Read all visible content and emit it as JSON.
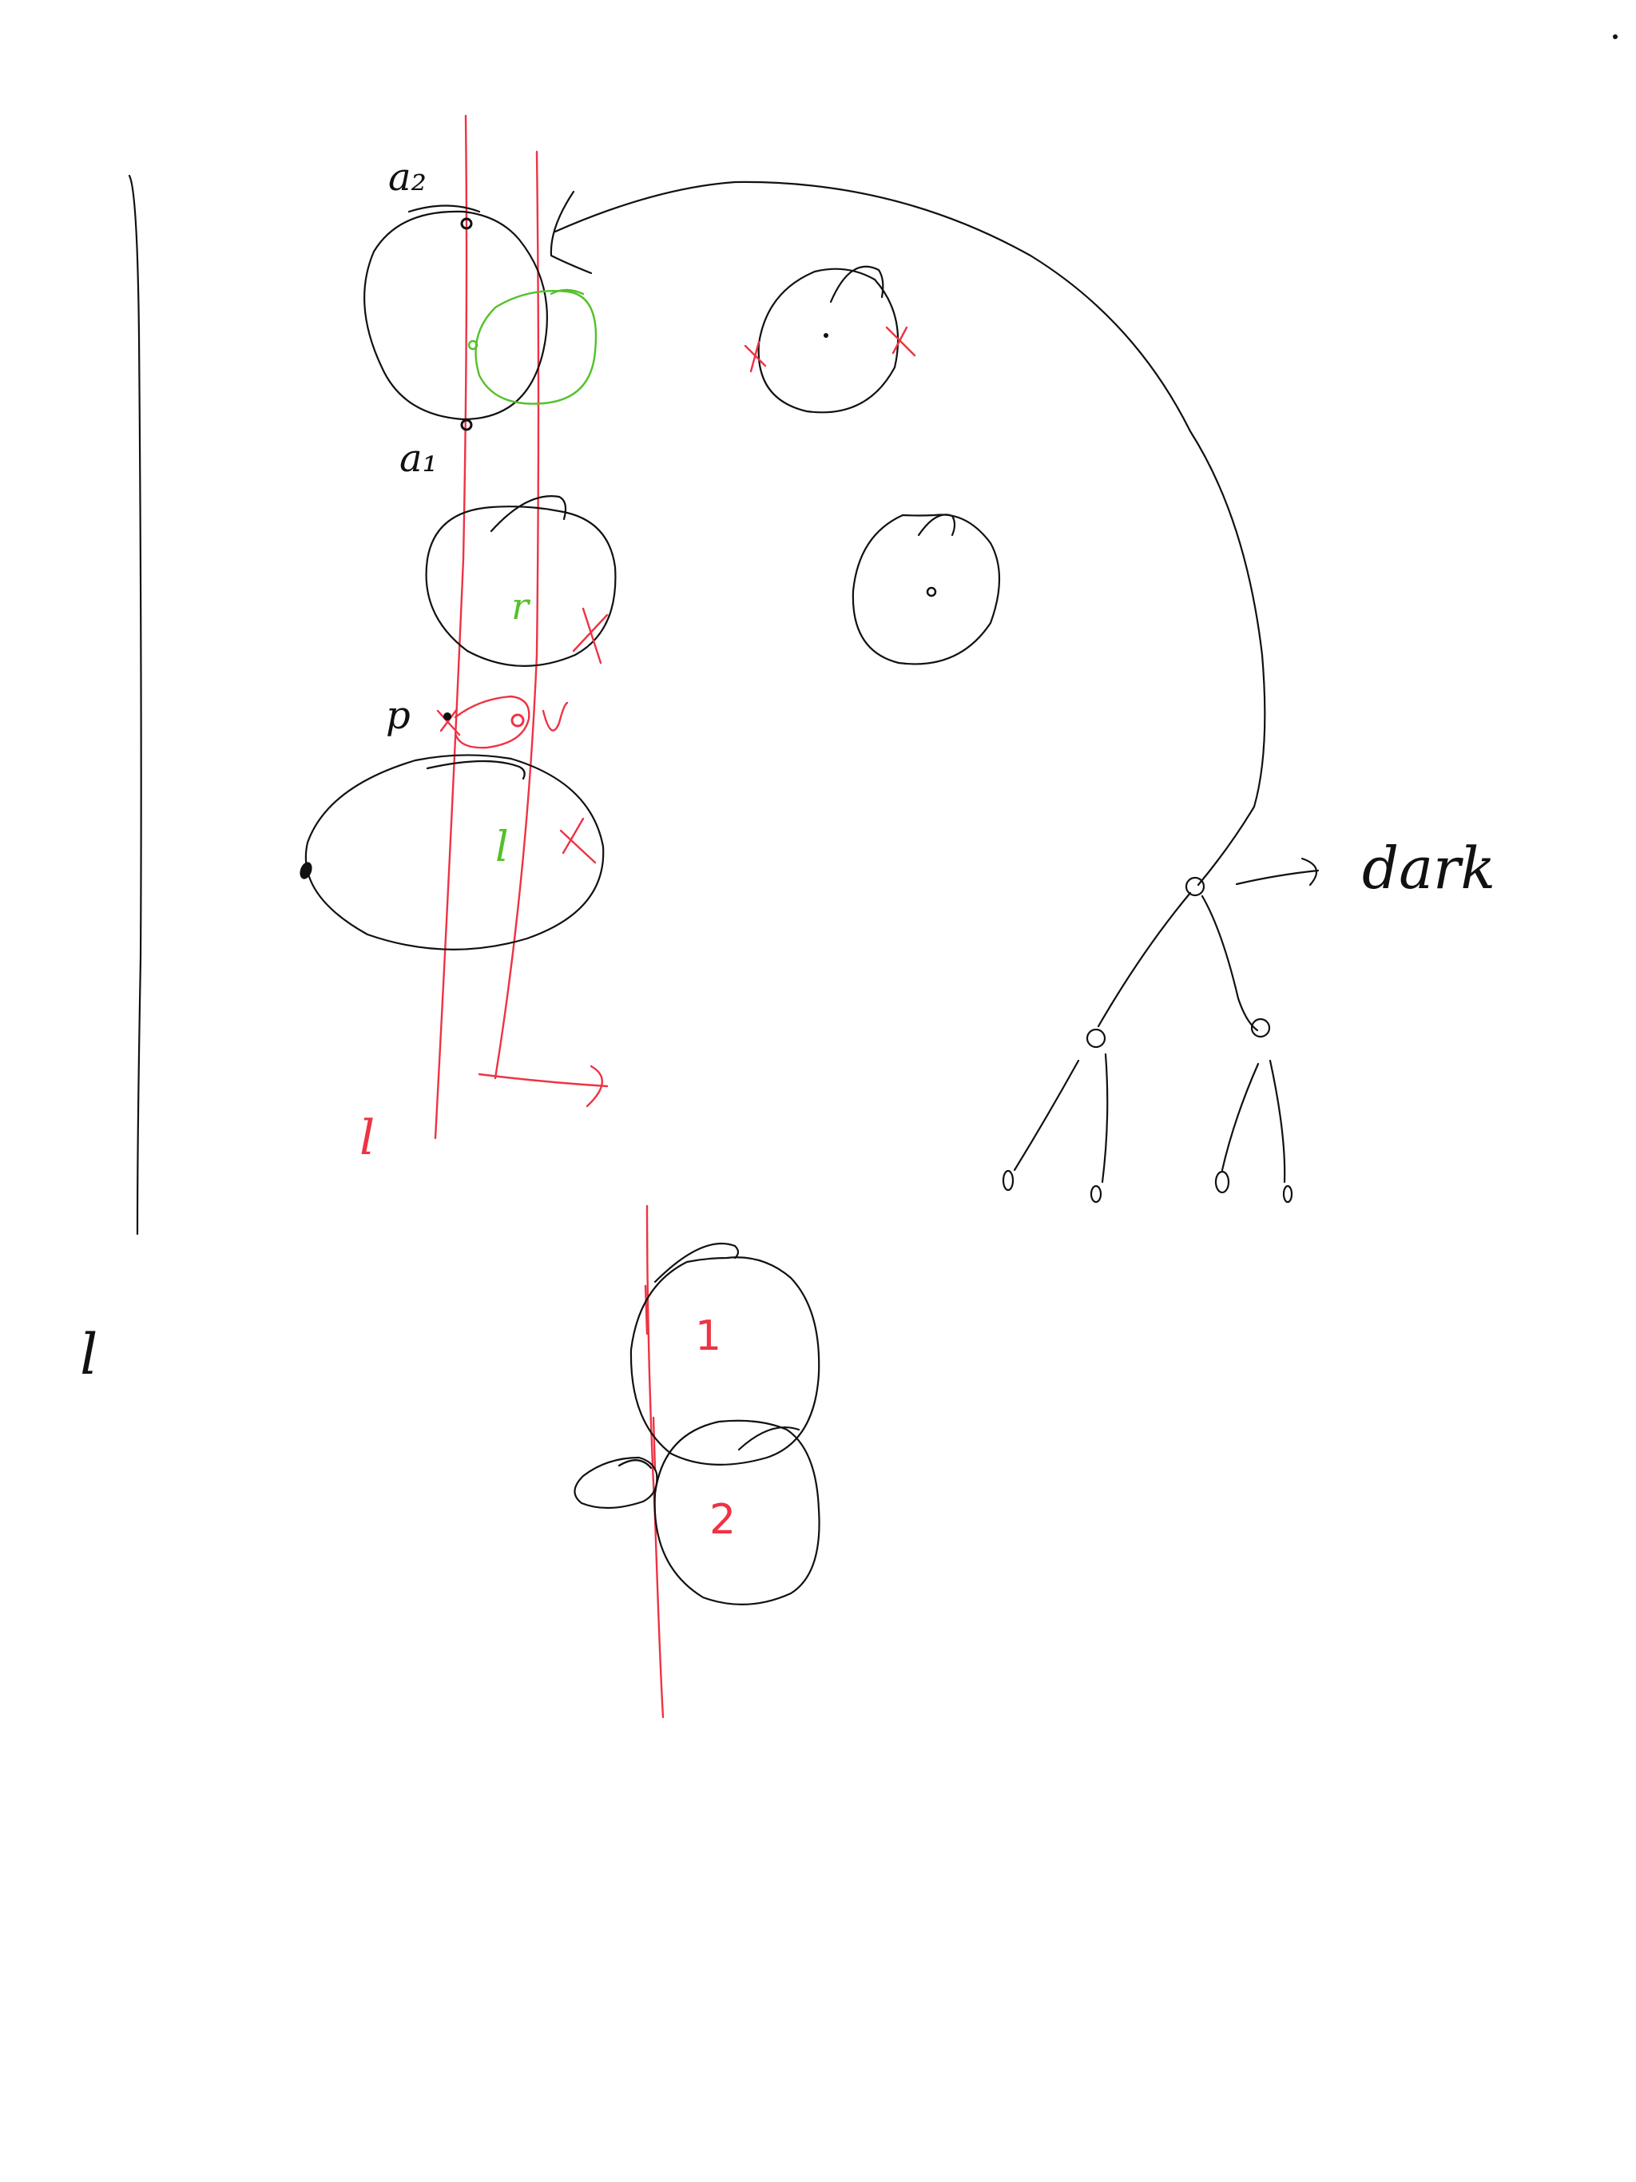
{
  "colors": {
    "ink_black": "#111111",
    "ink_red": "#ee3344",
    "ink_green": "#55c02a",
    "background": "#ffffff"
  },
  "labels": {
    "a2": "a₂",
    "a1": "a₁",
    "p": "p",
    "r": "r",
    "l_green": "l",
    "l_red": "l",
    "l_black": "l",
    "dark": "dark",
    "one": "1",
    "two": "2"
  }
}
